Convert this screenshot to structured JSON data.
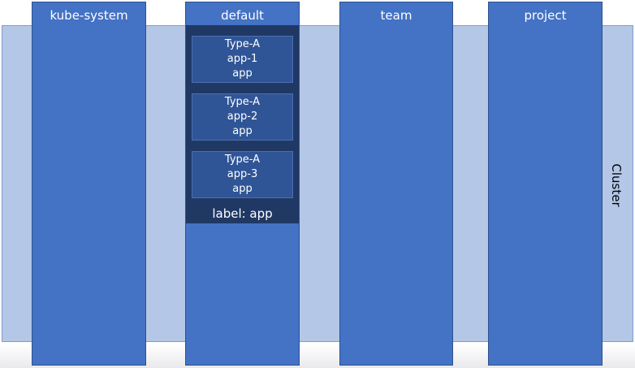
{
  "cluster": {
    "label": "Cluster"
  },
  "namespaces": [
    {
      "name": "kube-system"
    },
    {
      "name": "default"
    },
    {
      "name": "team"
    },
    {
      "name": "project"
    }
  ],
  "pods": [
    {
      "type": "Type-A",
      "name": "app-1",
      "label": "app"
    },
    {
      "type": "Type-A",
      "name": "app-2",
      "label": "app"
    },
    {
      "type": "Type-A",
      "name": "app-3",
      "label": "app"
    }
  ],
  "selector": {
    "label": "label: app"
  },
  "colors": {
    "cluster": "#b4c7e7",
    "namespace": "#4472c4",
    "selector": "#203864",
    "pod": "#2f5597"
  }
}
